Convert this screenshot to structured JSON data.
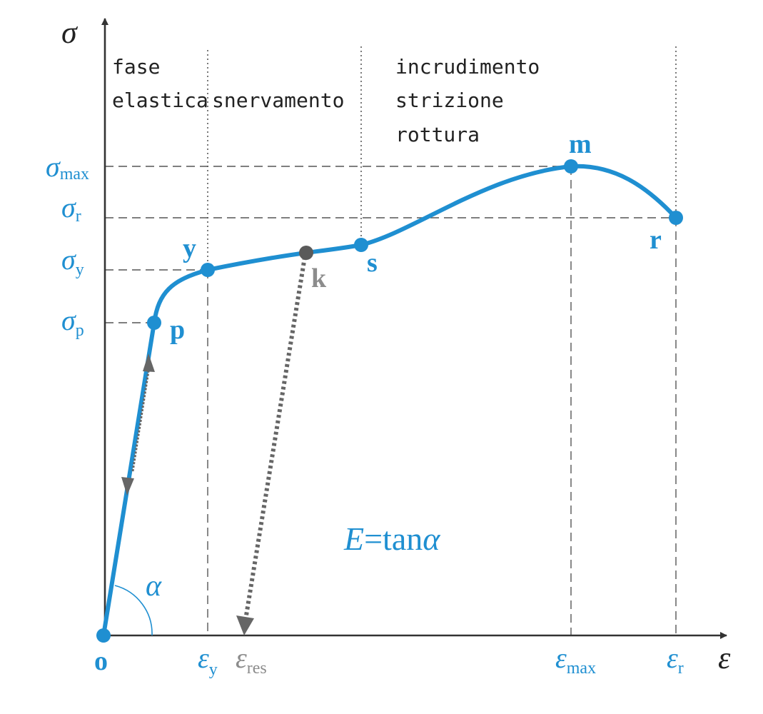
{
  "colors": {
    "curve": "#1f8fd1",
    "axis": "#333333",
    "guide": "#555555",
    "phase_line": "#333333",
    "unload": "#666666",
    "k_point": "#5a5a5a",
    "k_label": "#8c8c8c",
    "text": "#222222"
  },
  "axes": {
    "y_symbol": "σ",
    "x_symbol": "ε",
    "origin_label": "o"
  },
  "phases": {
    "elastic_line1": "fase",
    "elastic_line2": "elastica",
    "yielding": "snervamento",
    "hardening_line1": "incrudimento",
    "hardening_line2": "strizione",
    "hardening_line3": "rottura"
  },
  "points": {
    "p": "p",
    "y": "y",
    "k": "k",
    "s": "s",
    "m": "m",
    "r": "r"
  },
  "stress_labels": {
    "sigma": "σ",
    "max_sub": "max",
    "r_sub": "r",
    "y_sub": "y",
    "p_sub": "p"
  },
  "strain_labels": {
    "eps": "ε",
    "y_sub": "y",
    "res_sub": "res",
    "max_sub": "max",
    "r_sub": "r"
  },
  "formula": {
    "lhs": "E",
    "rhs": "=tan",
    "angle": "α"
  },
  "angle_label": "α"
}
